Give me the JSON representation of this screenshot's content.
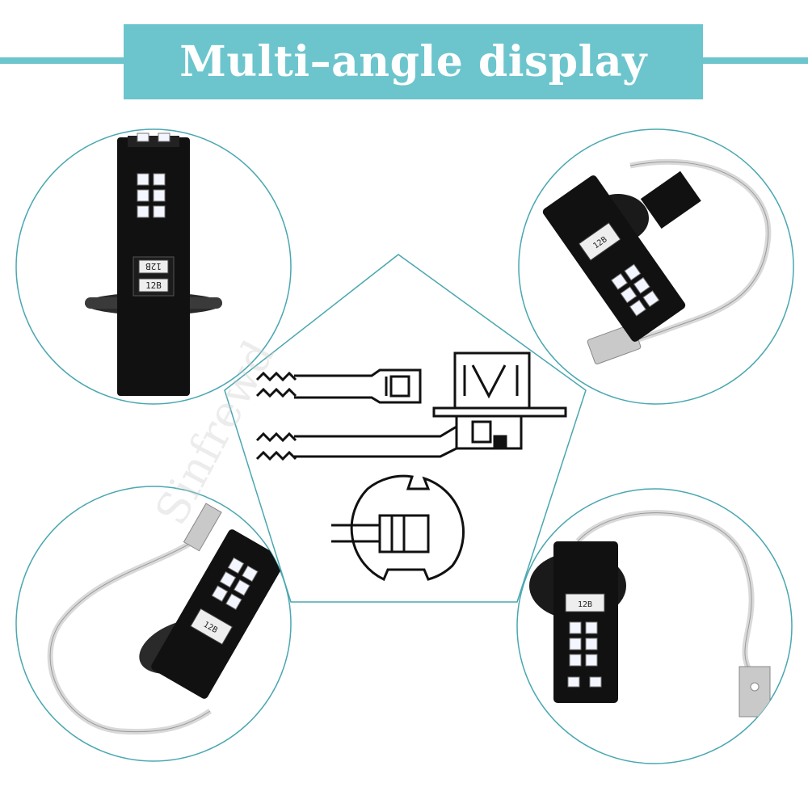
{
  "banner": {
    "title": "Multi–angle display"
  },
  "watermark": {
    "text": "Sinfrewd"
  },
  "bulb": {
    "resistor_code": "12B",
    "resistor_code_top": "12B"
  },
  "colors": {
    "accent": "#6cc5cd",
    "circle_stroke": "#4aa7b0",
    "bulb_body": "#111111",
    "led": "#f4f6ff",
    "wire": "#d9d9d9",
    "terminal": "#c9c9c9"
  }
}
